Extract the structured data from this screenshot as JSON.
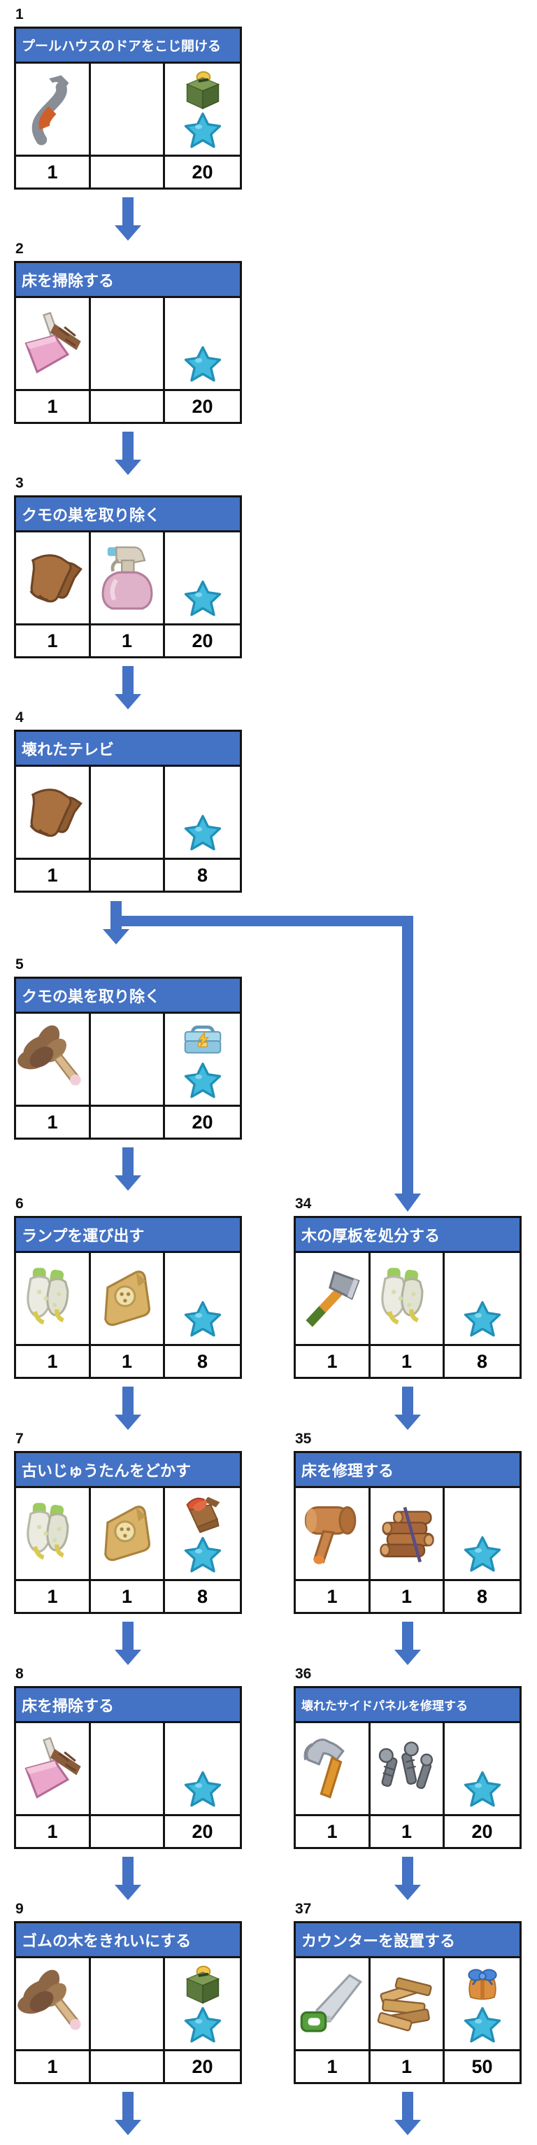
{
  "page": {
    "background": "#ffffff",
    "header_bg": "#4472C4",
    "header_text_color": "#ffffff",
    "arrow_color": "#4472C4",
    "table_border_color": "#141414",
    "number_text_color": "#111111"
  },
  "icon_legend": {
    "crowbar-icon": "crowbar",
    "dustpan-brush-icon": "pink dustpan with brush",
    "leather-gloves-icon": "brown leather work gloves",
    "spray-bottle-icon": "pink spray bottle",
    "blue-star-icon": "blue star (energy)",
    "donation-box-icon": "green box with gold coin",
    "feather-duster-icon": "feather duster",
    "toolbox-icon": "blue toolbox with lightning bolt",
    "garden-gloves-icon": "green garden gloves",
    "sack-icon": "tan sack with button",
    "crate-red-cloth-icon": "wooden crate with red cloth",
    "hatchet-icon": "hatchet with green handle",
    "mallet-icon": "wooden mallet",
    "log-bundle-icon": "bundle of logs",
    "claw-hammer-icon": "claw hammer",
    "screws-icon": "metal screws and bolts",
    "hand-saw-icon": "hand saw with green handle",
    "wood-pile-icon": "pile of wooden planks",
    "gift-box-icon": "orange gift box with blue bow"
  },
  "cards": [
    {
      "number": "1",
      "column": "left",
      "row": 0,
      "title": "プールハウスのドアをこじ開ける",
      "arrow_below": true,
      "cells": [
        {
          "icons": [
            "crowbar-icon"
          ],
          "qty": "1"
        },
        {
          "icons": [],
          "qty": ""
        },
        {
          "icons": [
            "donation-box-icon",
            "blue-star-icon"
          ],
          "qty": "20"
        }
      ]
    },
    {
      "number": "2",
      "column": "left",
      "row": 1,
      "title": "床を掃除する",
      "arrow_below": true,
      "cells": [
        {
          "icons": [
            "dustpan-brush-icon"
          ],
          "qty": "1"
        },
        {
          "icons": [],
          "qty": ""
        },
        {
          "icons": [
            "blue-star-icon"
          ],
          "qty": "20"
        }
      ]
    },
    {
      "number": "3",
      "column": "left",
      "row": 2,
      "title": "クモの巣を取り除く",
      "arrow_below": true,
      "cells": [
        {
          "icons": [
            "leather-gloves-icon"
          ],
          "qty": "1"
        },
        {
          "icons": [
            "spray-bottle-icon"
          ],
          "qty": "1"
        },
        {
          "icons": [
            "blue-star-icon"
          ],
          "qty": "20"
        }
      ]
    },
    {
      "number": "4",
      "column": "left",
      "row": 3,
      "title": "壊れたテレビ",
      "arrow_below": false,
      "cells": [
        {
          "icons": [
            "leather-gloves-icon"
          ],
          "qty": "1"
        },
        {
          "icons": [],
          "qty": ""
        },
        {
          "icons": [
            "blue-star-icon"
          ],
          "qty": "8"
        }
      ]
    },
    {
      "number": "5",
      "column": "left",
      "row": 4,
      "title": "クモの巣を取り除く",
      "arrow_below": true,
      "cells": [
        {
          "icons": [
            "feather-duster-icon"
          ],
          "qty": "1"
        },
        {
          "icons": [],
          "qty": ""
        },
        {
          "icons": [
            "toolbox-icon",
            "blue-star-icon"
          ],
          "qty": "20"
        }
      ]
    },
    {
      "number": "6",
      "column": "left",
      "row": 5,
      "title": "ランプを運び出す",
      "arrow_below": true,
      "cells": [
        {
          "icons": [
            "garden-gloves-icon"
          ],
          "qty": "1"
        },
        {
          "icons": [
            "sack-icon"
          ],
          "qty": "1"
        },
        {
          "icons": [
            "blue-star-icon"
          ],
          "qty": "8"
        }
      ]
    },
    {
      "number": "7",
      "column": "left",
      "row": 6,
      "title": "古いじゅうたんをどかす",
      "arrow_below": true,
      "cells": [
        {
          "icons": [
            "garden-gloves-icon"
          ],
          "qty": "1"
        },
        {
          "icons": [
            "sack-icon"
          ],
          "qty": "1"
        },
        {
          "icons": [
            "crate-red-cloth-icon",
            "blue-star-icon"
          ],
          "qty": "8"
        }
      ]
    },
    {
      "number": "8",
      "column": "left",
      "row": 7,
      "title": "床を掃除する",
      "arrow_below": true,
      "cells": [
        {
          "icons": [
            "dustpan-brush-icon"
          ],
          "qty": "1"
        },
        {
          "icons": [],
          "qty": ""
        },
        {
          "icons": [
            "blue-star-icon"
          ],
          "qty": "20"
        }
      ]
    },
    {
      "number": "9",
      "column": "left",
      "row": 8,
      "title": "ゴムの木をきれいにする",
      "arrow_below": true,
      "cells": [
        {
          "icons": [
            "feather-duster-icon"
          ],
          "qty": "1"
        },
        {
          "icons": [],
          "qty": ""
        },
        {
          "icons": [
            "donation-box-icon",
            "blue-star-icon"
          ],
          "qty": "20"
        }
      ]
    },
    {
      "number": "34",
      "column": "right",
      "row": 5,
      "title": "木の厚板を処分する",
      "arrow_below": true,
      "cells": [
        {
          "icons": [
            "hatchet-icon"
          ],
          "qty": "1"
        },
        {
          "icons": [
            "garden-gloves-icon"
          ],
          "qty": "1"
        },
        {
          "icons": [
            "blue-star-icon"
          ],
          "qty": "8"
        }
      ]
    },
    {
      "number": "35",
      "column": "right",
      "row": 6,
      "title": "床を修理する",
      "arrow_below": true,
      "cells": [
        {
          "icons": [
            "mallet-icon"
          ],
          "qty": "1"
        },
        {
          "icons": [
            "log-bundle-icon"
          ],
          "qty": "1"
        },
        {
          "icons": [
            "blue-star-icon"
          ],
          "qty": "8"
        }
      ]
    },
    {
      "number": "36",
      "column": "right",
      "row": 7,
      "title": "壊れたサイドパネルを修理する",
      "arrow_below": true,
      "cells": [
        {
          "icons": [
            "claw-hammer-icon"
          ],
          "qty": "1"
        },
        {
          "icons": [
            "screws-icon"
          ],
          "qty": "1"
        },
        {
          "icons": [
            "blue-star-icon"
          ],
          "qty": "20"
        }
      ]
    },
    {
      "number": "37",
      "column": "right",
      "row": 8,
      "title": "カウンターを設置する",
      "arrow_below": true,
      "cells": [
        {
          "icons": [
            "hand-saw-icon"
          ],
          "qty": "1"
        },
        {
          "icons": [
            "wood-pile-icon"
          ],
          "qty": "1"
        },
        {
          "icons": [
            "gift-box-icon",
            "blue-star-icon"
          ],
          "qty": "50"
        }
      ]
    }
  ],
  "flow": {
    "left_column_order": [
      "1",
      "2",
      "3",
      "4",
      "5",
      "6",
      "7",
      "8",
      "9"
    ],
    "right_column_order": [
      "34",
      "35",
      "36",
      "37"
    ],
    "branch": {
      "from_card": "4",
      "to_cards": [
        "5",
        "34"
      ]
    }
  }
}
